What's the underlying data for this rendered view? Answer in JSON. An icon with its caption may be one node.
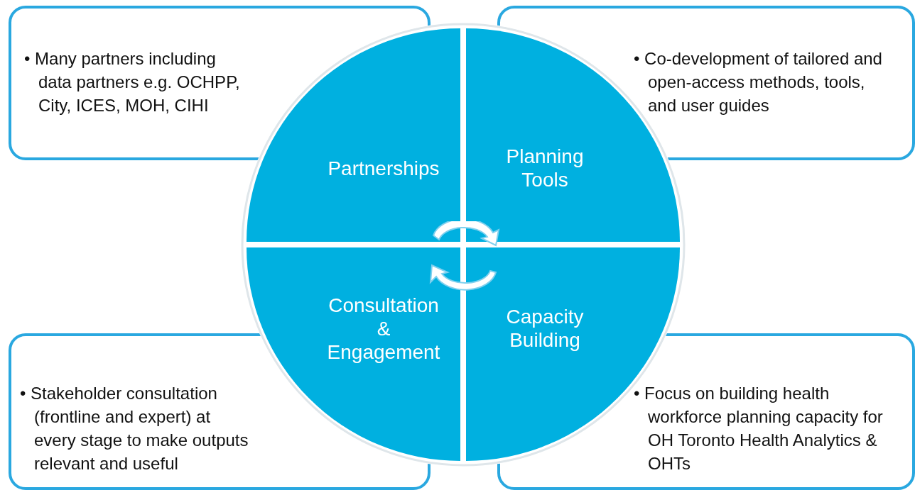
{
  "diagram": {
    "nodes": [
      {
        "text": [
          "• Many partners including data partners e.g. OCHPP, City, ICES, MOH, CIHI"
        ]
      },
      {
        "text": [
          "• Co-development of tailored and open-access methods, tools, and user guides"
        ]
      },
      {
        "text": [
          "Partnerships"
        ]
      },
      {
        "text": [
          "Planning Tools"
        ]
      },
      {
        "text": [
          "Consultation & Engagement"
        ]
      },
      {
        "text": [
          "Capacity Building"
        ]
      },
      {
        "text": [
          "• Stakeholder consultation (frontline and expert) at every stage to make outputs relevant and useful"
        ]
      },
      {
        "text": [
          "• Focus on building health workforce planning capacity for OH Toronto Health Analytics & OHTs"
        ]
      }
    ]
  }
}
